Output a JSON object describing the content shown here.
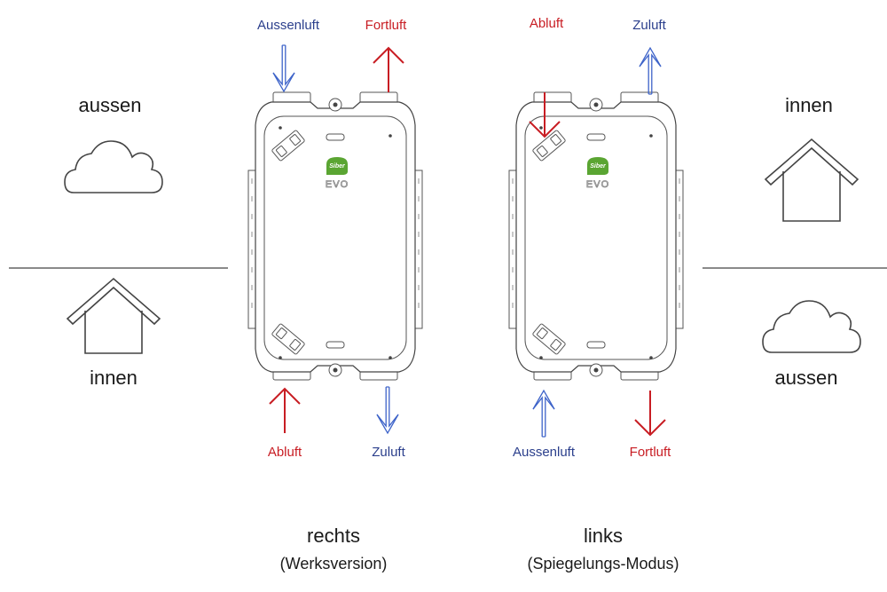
{
  "labels": {
    "left_unit": {
      "top_left": "Aussenluft",
      "top_right": "Fortluft",
      "bottom_left": "Abluft",
      "bottom_right": "Zuluft"
    },
    "right_unit": {
      "top_left": "Abluft",
      "top_right": "Zuluft",
      "bottom_left": "Aussenluft",
      "bottom_right": "Fortluft"
    }
  },
  "sides": {
    "left_top": "aussen",
    "left_bottom": "innen",
    "right_top": "innen",
    "right_bottom": "aussen"
  },
  "captions": {
    "left_main": "rechts",
    "left_sub": "(Werksversion)",
    "right_main": "links",
    "right_sub": "(Spiegelungs-Modus)"
  },
  "logo": {
    "brand": "Siber",
    "model": "EVO"
  },
  "colors": {
    "blue": "#2b3f8c",
    "red": "#c81d23",
    "logo_green": "#5aa532"
  }
}
